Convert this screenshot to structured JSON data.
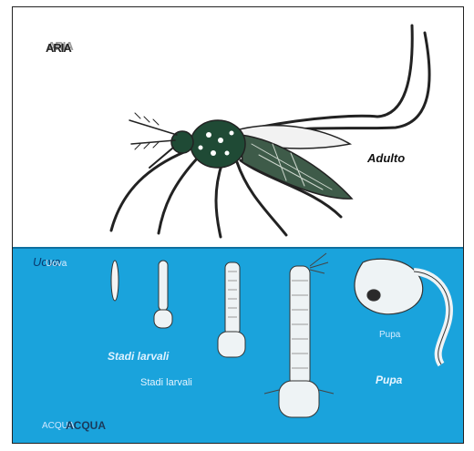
{
  "labels": {
    "aria": "ARIA",
    "adulto": "Adulto",
    "uova_a": "Uova",
    "uova_b": "Uova",
    "stadi_larvali_a": "Stadi larvali",
    "stadi_larvali_b": "Stadi larvali",
    "pupa_a": "Pupa",
    "pupa_b": "Pupa",
    "acqua_a": "ACQUA",
    "acqua_b": "ACQUA"
  },
  "colors": {
    "water": "#1aa3dc",
    "mosquito_body": "#1f4a35",
    "larva_fill": "#eef3f5",
    "outline": "#222222"
  },
  "icons": [
    "mosquito-adult-icon",
    "egg-icon",
    "larva-icon",
    "pupa-icon"
  ]
}
